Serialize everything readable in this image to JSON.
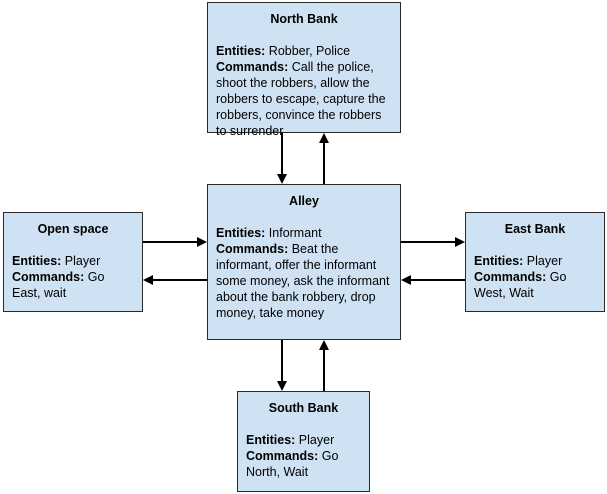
{
  "nodes": {
    "north": {
      "title": "North Bank",
      "entities_label": "Entities:",
      "entities": "Robber, Police",
      "commands_label": "Commands:",
      "commands": "Call the police, shoot the robbers, allow the robbers to escape, capture the robbers, convince the robbers to surrender"
    },
    "alley": {
      "title": "Alley",
      "entities_label": "Entities:",
      "entities": "Informant",
      "commands_label": "Commands:",
      "commands": "Beat the informant, offer the informant some money, ask the informant about the bank robbery, drop money, take money"
    },
    "open": {
      "title": "Open space",
      "entities_label": "Entities:",
      "entities": "Player",
      "commands_label": "Commands:",
      "commands": "Go East, wait"
    },
    "east": {
      "title": "East Bank",
      "entities_label": "Entities:",
      "entities": "Player",
      "commands_label": "Commands:",
      "commands": "Go West, Wait"
    },
    "south": {
      "title": "South Bank",
      "entities_label": "Entities:",
      "entities": "Player",
      "commands_label": "Commands:",
      "commands": "Go North, Wait"
    }
  }
}
